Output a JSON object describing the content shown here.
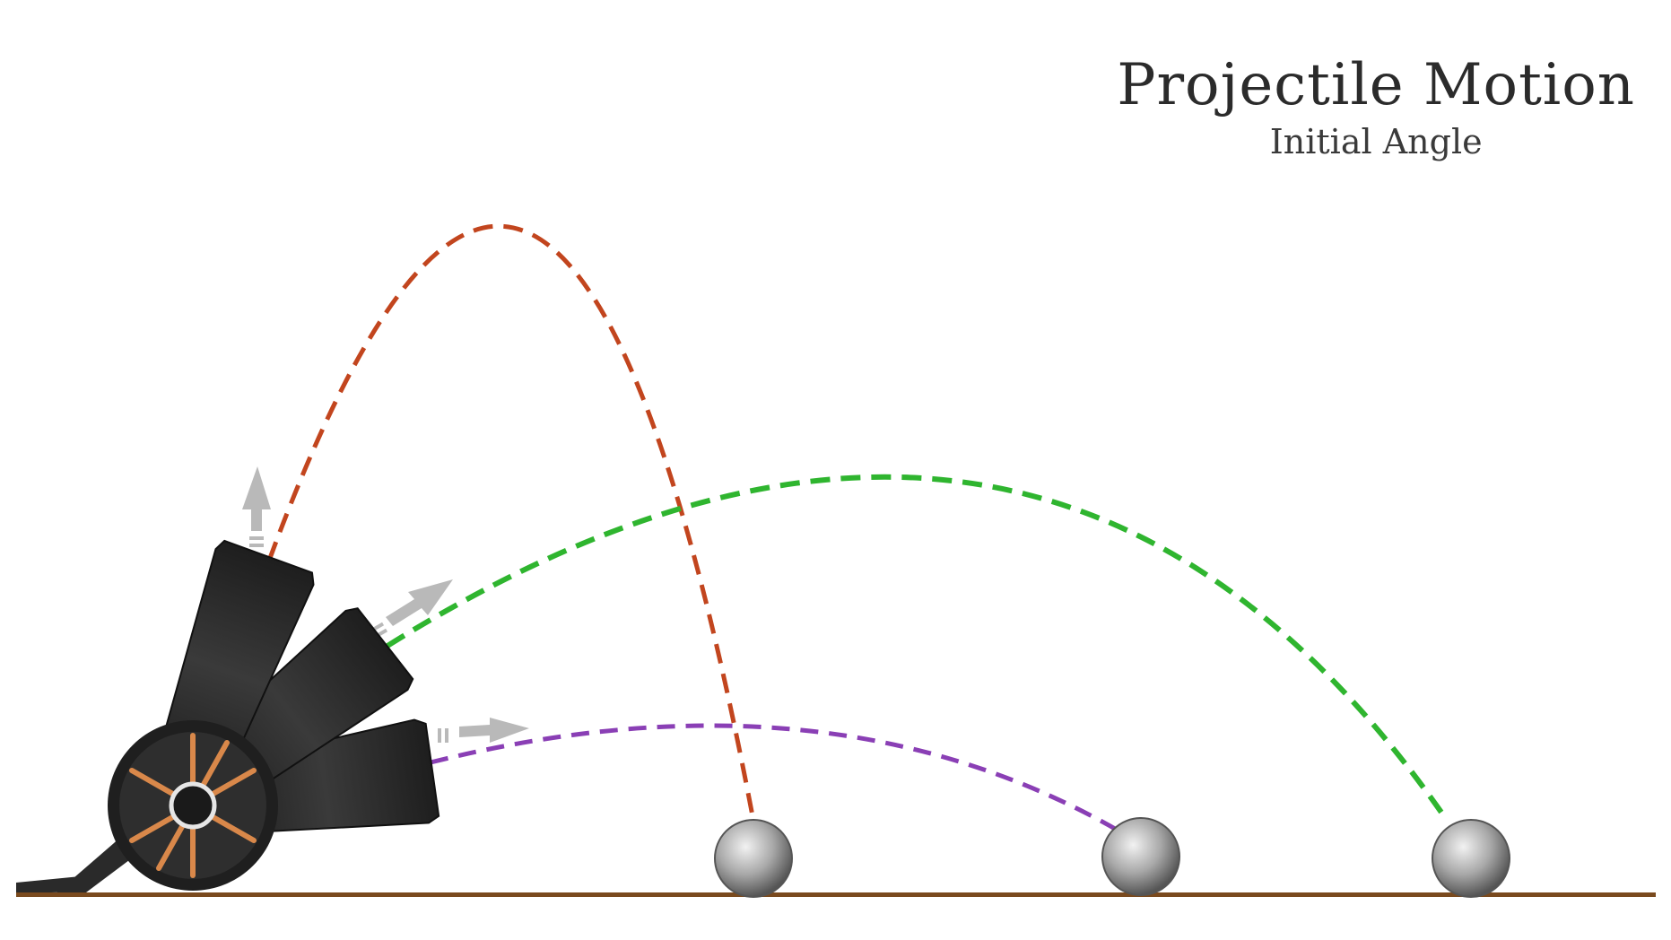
{
  "header": {
    "title": "Projectile Motion",
    "subtitle": "Initial Angle"
  },
  "colors": {
    "ground": "#7a4a1e",
    "cannon": "#2a2a2a",
    "spoke": "#d9884a",
    "arrow": "#b8b8b8",
    "ball": "#9a9a9a",
    "trajectory_high": "#c2451e",
    "trajectory_mid": "#2fb52f",
    "trajectory_low": "#8a3fb5"
  },
  "trajectories": [
    {
      "id": "high",
      "color": "#c2451e"
    },
    {
      "id": "mid",
      "color": "#2fb52f"
    },
    {
      "id": "low",
      "color": "#8a3fb5"
    }
  ],
  "icons": [
    "cannon-icon",
    "cannonball-icon",
    "direction-arrow-icon"
  ]
}
